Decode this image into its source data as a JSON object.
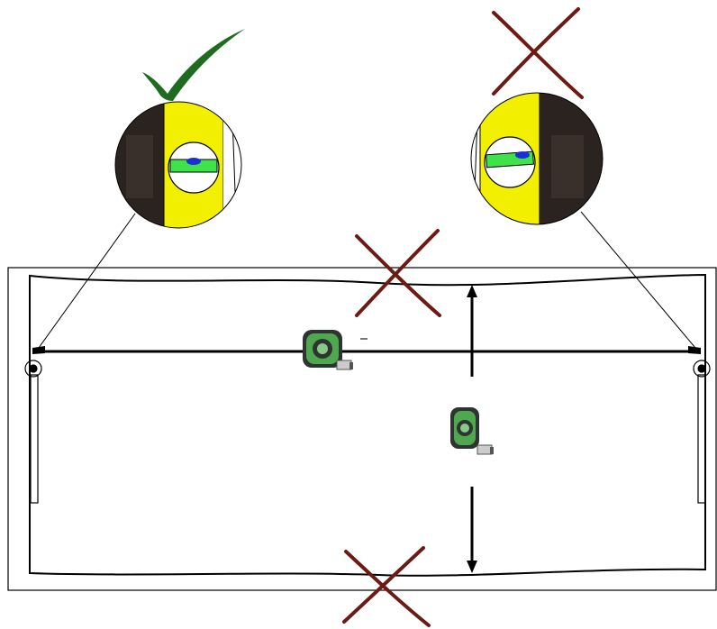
{
  "colors": {
    "check": "#1f6b1f",
    "cross": "#6b1a14",
    "level_yellow": "#f3ef00",
    "level_dark": "#2a2320",
    "bubble_green": "#3ee34a",
    "bubble_blue": "#1a2fd6",
    "tape_green": "#4fa84f",
    "tape_dark": "#2e3430",
    "line": "#000000"
  },
  "icons": {
    "check": "check-mark-icon",
    "cross": "cross-mark-icon",
    "level": "spirit-level-icon",
    "tape": "tape-measure-icon"
  },
  "levels": {
    "left": {
      "verdict": "correct",
      "dark_side": "left"
    },
    "right": {
      "verdict": "incorrect",
      "dark_side": "right"
    }
  }
}
